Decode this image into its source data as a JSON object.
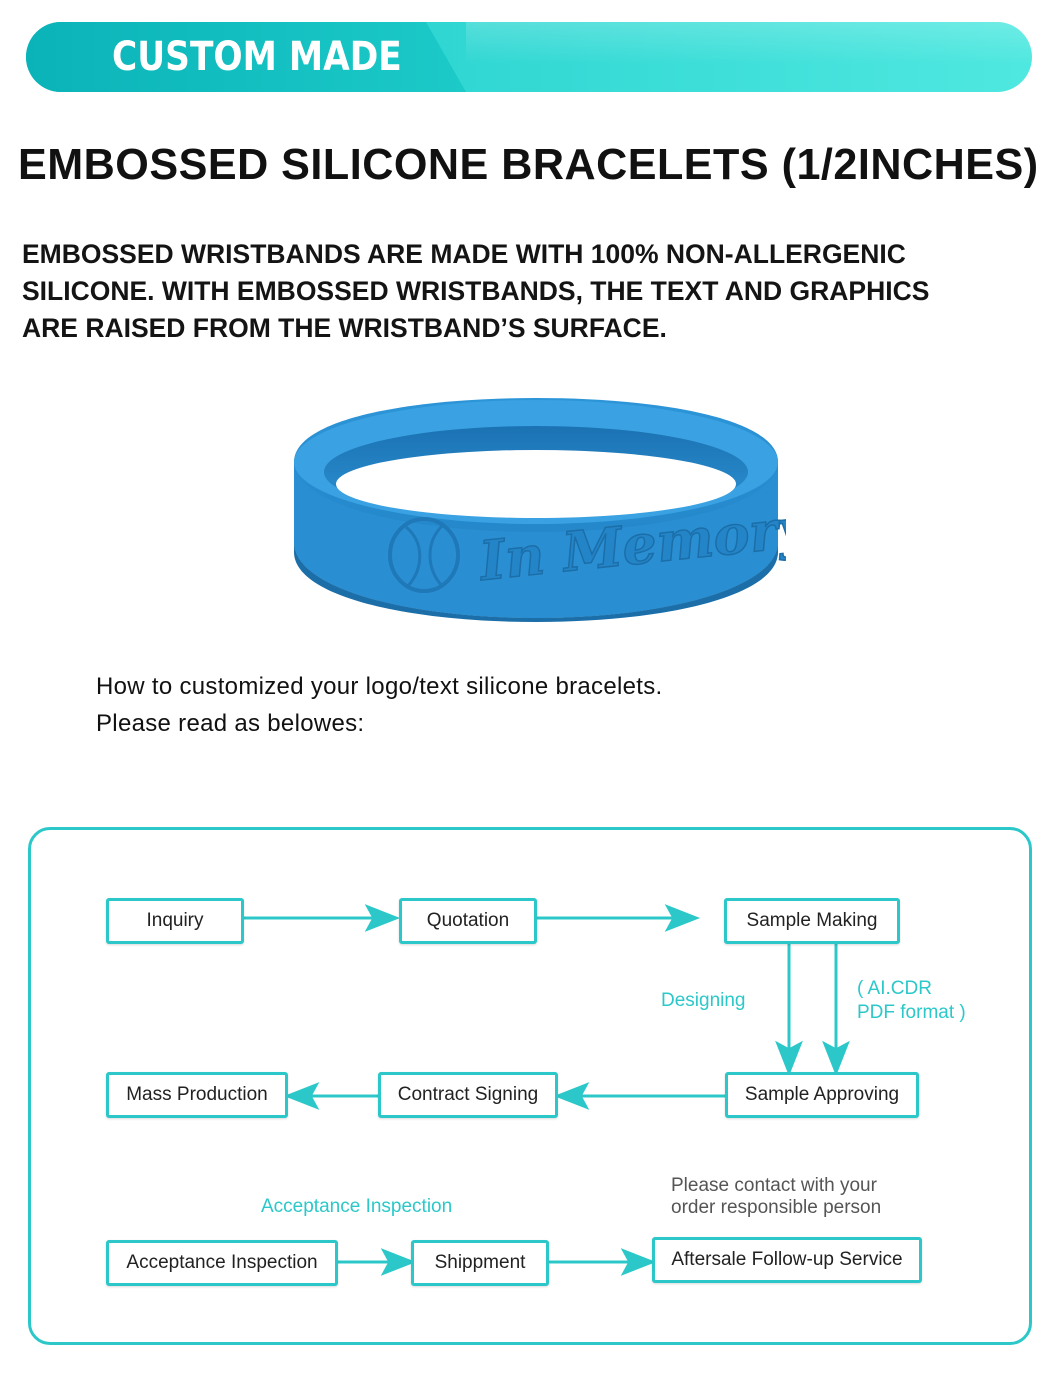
{
  "banner": {
    "title": "CUSTOM MADE"
  },
  "headline": "EMBOSSED SILICONE BRACELETS (1/2INCHES)",
  "description": {
    "line1": "EMBOSSED WRISTBANDS ARE MADE WITH 100% NON-ALLERGENIC",
    "line2": "SILICONE. WITH EMBOSSED WRISTBANDS, THE TEXT AND GRAPHICS",
    "line3": "ARE RAISED FROM THE WRISTBAND’S SURFACE."
  },
  "bracelet": {
    "text": "In Memory",
    "color": "#2a8fd2",
    "icon": "baseball-icon"
  },
  "howto": {
    "line1": "How to customized your logo/text silicone bracelets.",
    "line2": "Please read as belowes:"
  },
  "flow": {
    "accent": "#2cc8c9",
    "steps": {
      "inquiry": "Inquiry",
      "quotation": "Quotation",
      "sample_making": "Sample Making",
      "sample_approving": "Sample Approving",
      "contract_signing": "Contract Signing",
      "mass_production": "Mass Production",
      "acceptance_inspection": "Acceptance Inspection",
      "shippment": "Shippment",
      "aftersale": "Aftersale Follow-up Service"
    },
    "labels": {
      "designing": "Designing",
      "format_line1": "( AI.CDR",
      "format_line2": "PDF format )",
      "acceptance": "Acceptance Inspection",
      "contact_line1": "Please contact with your",
      "contact_line2": "order responsible person"
    }
  }
}
